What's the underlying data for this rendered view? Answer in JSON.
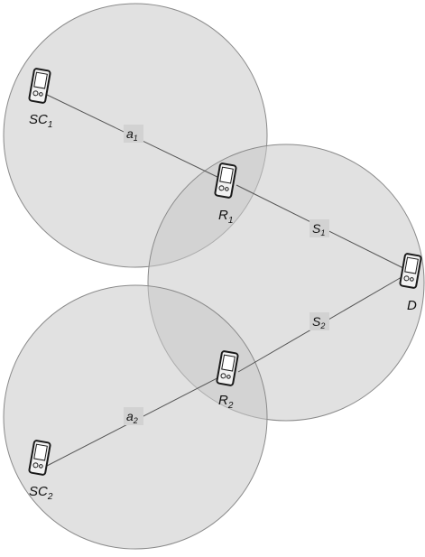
{
  "colors": {
    "coverage_fill": "#c8c8c8",
    "coverage_stroke": "#8a8a8a",
    "link": "#555555",
    "device_body": "#f2f2f2",
    "device_stroke": "#1a1a1a",
    "background": "#ffffff"
  },
  "icons": {
    "device": "phone-icon"
  },
  "nodes": [
    {
      "id": "SC1",
      "label": "SC",
      "sub": "1"
    },
    {
      "id": "R1",
      "label": "R",
      "sub": "1"
    },
    {
      "id": "D",
      "label": "D",
      "sub": ""
    },
    {
      "id": "R2",
      "label": "R",
      "sub": "2"
    },
    {
      "id": "SC2",
      "label": "SC",
      "sub": "2"
    }
  ],
  "links": [
    {
      "from": "SC1",
      "to": "R1",
      "label": "a",
      "sub": "1"
    },
    {
      "from": "R1",
      "to": "D",
      "label": "S",
      "sub": "1"
    },
    {
      "from": "R2",
      "to": "D",
      "label": "S",
      "sub": "2"
    },
    {
      "from": "SC2",
      "to": "R2",
      "label": "a",
      "sub": "2"
    }
  ]
}
